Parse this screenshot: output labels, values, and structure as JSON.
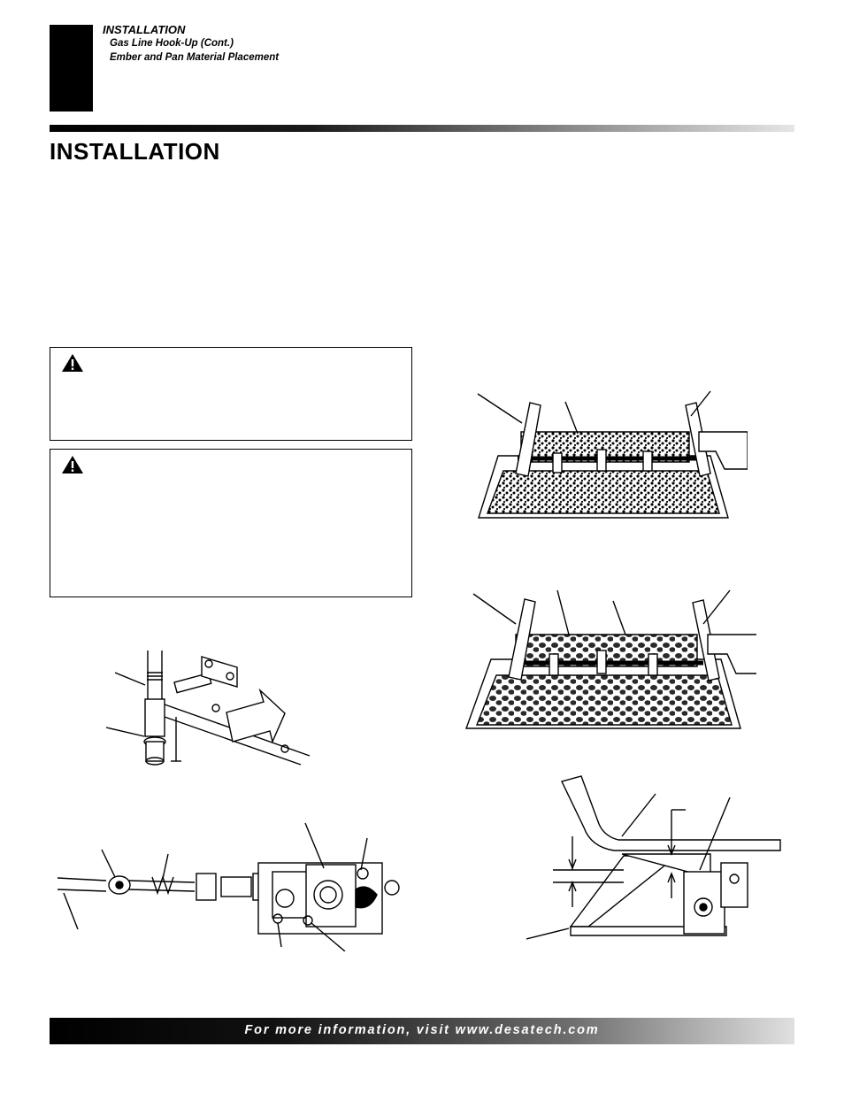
{
  "header": {
    "section": "INSTALLATION",
    "subtopics": [
      "Gas Line Hook-Up (Cont.)",
      "Ember and Pan Material Placement"
    ]
  },
  "main": {
    "title": "INSTALLATION"
  },
  "warnings": [
    {
      "icon": "warning-triangle-icon"
    },
    {
      "icon": "warning-triangle-icon"
    }
  ],
  "figures": [
    {
      "name": "sediment-trap-illustration"
    },
    {
      "name": "gas-valve-connection-illustration"
    },
    {
      "name": "pan-material-placement-illustration"
    },
    {
      "name": "ember-placement-illustration"
    },
    {
      "name": "burner-side-view-illustration"
    }
  ],
  "footer": {
    "text": "For more information, visit www.desatech.com"
  },
  "colors": {
    "black": "#000000",
    "white": "#ffffff",
    "gray_light": "#e6e6e6"
  }
}
